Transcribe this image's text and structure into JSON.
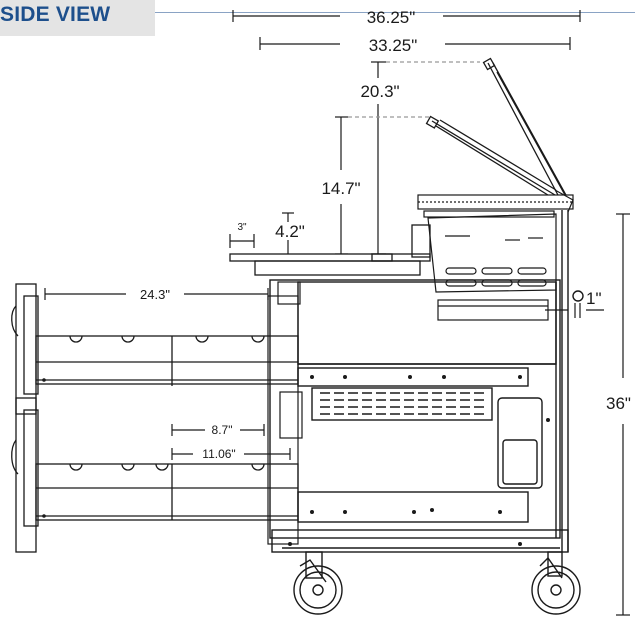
{
  "header": {
    "title": "SIDE VIEW"
  },
  "dimensions": {
    "overall_width": "36.25\"",
    "lid_width": "33.25\"",
    "lid_rise_rear": "20.3\"",
    "lid_rise_front": "14.7\"",
    "shelf_offset": "4.2\"",
    "shelf_lip": "3\"",
    "drawer_depth": "24.3\"",
    "rear_offset": "1\"",
    "overall_height": "36\"",
    "pan_depth_a": "8.7\"",
    "pan_depth_b": "11.06\""
  },
  "colors": {
    "title": "#1d4f8c",
    "title_bg": "#e4e4e4",
    "line": "#1a1a1a"
  }
}
